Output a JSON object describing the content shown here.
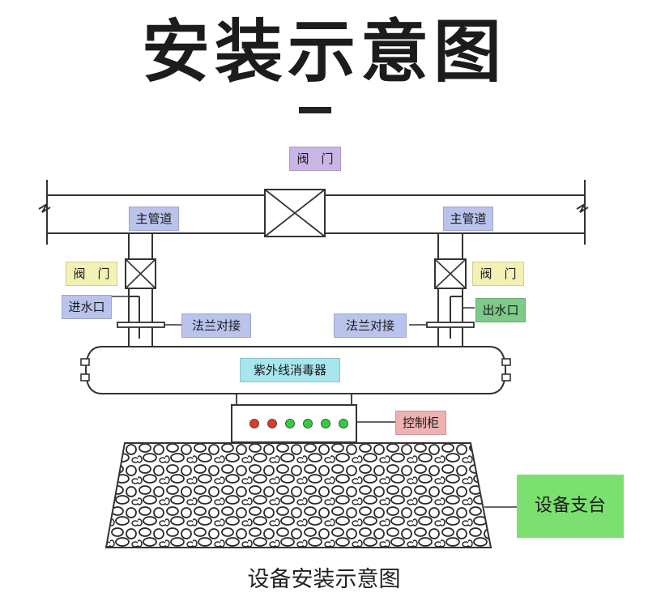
{
  "title": "安装示意图",
  "caption": "设备安装示意图",
  "labels": {
    "top_valve": "阀　门",
    "main_pipe_left": "主管道",
    "main_pipe_right": "主管道",
    "valve_left": "阀　门",
    "valve_right": "阀　门",
    "inlet": "进水口",
    "outlet": "出水口",
    "flange_left": "法兰对接",
    "flange_right": "法兰对接",
    "sterilizer": "紫外线消毒器",
    "control_cabinet": "控制柜",
    "support": "设备支台"
  },
  "indicator_lights": [
    "red",
    "red",
    "green",
    "green",
    "green",
    "green"
  ],
  "colors": {
    "purple_label": "#c9b6e6",
    "blue_label": "#b9c3ec",
    "yellow_label": "#f3f1b3",
    "green_label": "#7fc98a",
    "teal_label": "#a8e6ee",
    "pink_label": "#eeb2b2",
    "support_label": "#7be06f",
    "light_red": "#e03a2a",
    "light_green": "#2fcf3a"
  }
}
